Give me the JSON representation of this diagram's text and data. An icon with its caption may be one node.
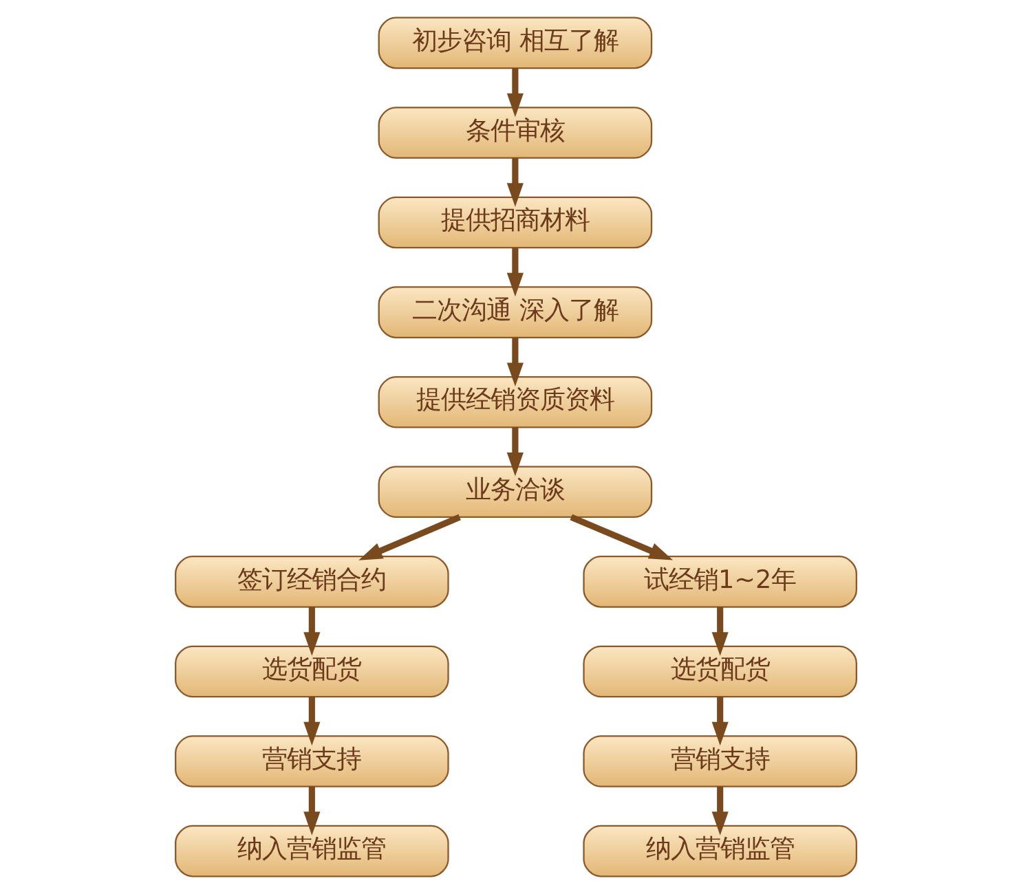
{
  "diagram": {
    "nodes": [
      {
        "text": [
          "初步咨询 相互了解"
        ]
      },
      {
        "text": [
          "条件审核"
        ]
      },
      {
        "text": [
          "提供招商材料"
        ]
      },
      {
        "text": [
          "二次沟通 深入了解"
        ]
      },
      {
        "text": [
          "提供经销资质资料"
        ]
      },
      {
        "text": [
          "业务洽谈"
        ]
      },
      {
        "text": [
          "签订经销合约"
        ]
      },
      {
        "text": [
          "选货配货"
        ]
      },
      {
        "text": [
          "营销支持"
        ]
      },
      {
        "text": [
          "纳入营销监管"
        ]
      },
      {
        "text": [
          "试经销1~2年"
        ]
      },
      {
        "text": [
          "选货配货"
        ]
      },
      {
        "text": [
          "营销支持"
        ]
      },
      {
        "text": [
          "纳入营销监管"
        ]
      }
    ],
    "edges": [
      {
        "from": 0,
        "to": 1,
        "arrow": "to"
      },
      {
        "from": 1,
        "to": 2,
        "arrow": "to"
      },
      {
        "from": 2,
        "to": 3,
        "arrow": "to"
      },
      {
        "from": 3,
        "to": 4,
        "arrow": "to"
      },
      {
        "from": 4,
        "to": 5,
        "arrow": "to"
      },
      {
        "from": 5,
        "to": 6,
        "arrow": "to"
      },
      {
        "from": 5,
        "to": 10,
        "arrow": "to"
      },
      {
        "from": 6,
        "to": 7,
        "arrow": "to"
      },
      {
        "from": 7,
        "to": 8,
        "arrow": "to"
      },
      {
        "from": 8,
        "to": 9,
        "arrow": "to"
      },
      {
        "from": 10,
        "to": 11,
        "arrow": "to"
      },
      {
        "from": 11,
        "to": 12,
        "arrow": "to"
      },
      {
        "from": 12,
        "to": 13,
        "arrow": "to"
      }
    ]
  }
}
